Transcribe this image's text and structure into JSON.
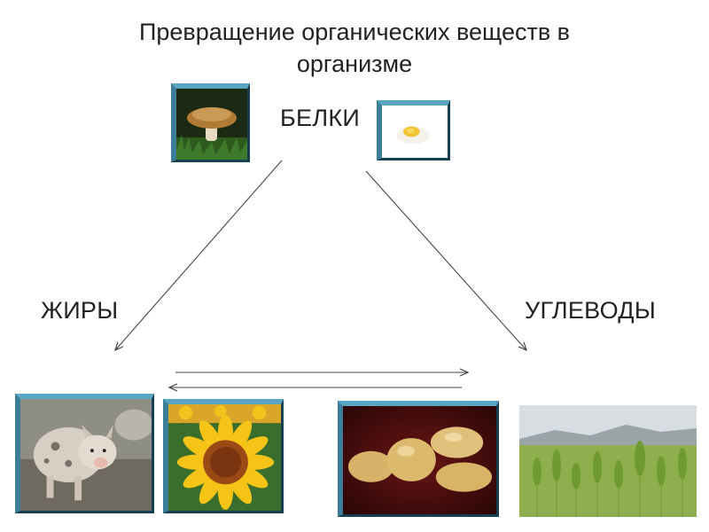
{
  "title": "Превращение органических веществ в организме",
  "nodes": {
    "proteins": "БЕЛКИ",
    "fats": "ЖИРЫ",
    "carbohydrates": "УГЛЕВОДЫ"
  },
  "images": {
    "mushroom": "mushroom",
    "egg": "boiled-egg",
    "pig": "pig",
    "sunflower": "sunflower",
    "potatoes": "potatoes",
    "wheat": "wheat-field"
  },
  "colors": {
    "arrow": "#444444",
    "frame": "#2f6f8a"
  }
}
